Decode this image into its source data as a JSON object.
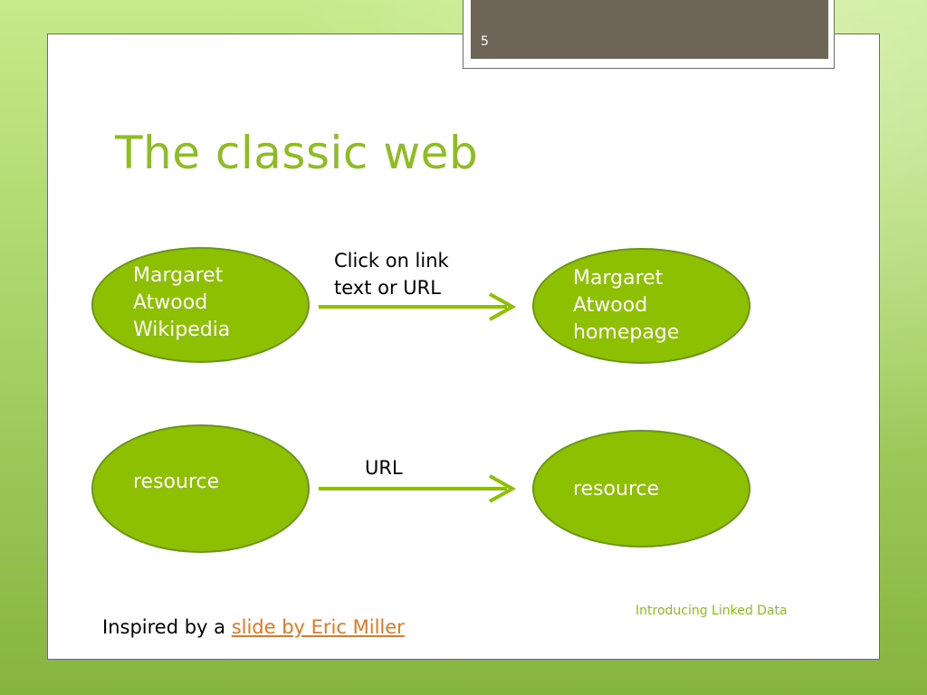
{
  "slide": {
    "number": "5",
    "title": "The classic web",
    "footer": "Introducing Linked Data",
    "credit_prefix": "Inspired by a ",
    "credit_link": "slide by Eric Miller"
  },
  "diagram": {
    "nodes": [
      {
        "id": "wiki",
        "label": "Margaret\nAtwood\nWikipedia"
      },
      {
        "id": "home",
        "label": "Margaret\nAtwood\nhomepage"
      },
      {
        "id": "res1",
        "label": "resource"
      },
      {
        "id": "res2",
        "label": "resource"
      }
    ],
    "edges": [
      {
        "from": "wiki",
        "to": "home",
        "label": "Click on link\ntext or URL"
      },
      {
        "from": "res1",
        "to": "res2",
        "label": "URL"
      }
    ],
    "colors": {
      "node_fill": "#8cc000",
      "node_border": "#6a9615",
      "arrow": "#8cc000",
      "title": "#8ebd22",
      "link": "#e8761e"
    }
  }
}
